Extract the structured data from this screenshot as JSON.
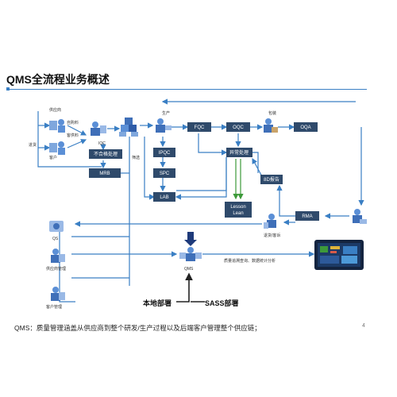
{
  "page": {
    "title": "QMS全流程业务概述",
    "footer": "QMS：质量管理涵盖从供应商到整个研发/生产过程以及后端客户管理整个供应链；",
    "page_number": "4"
  },
  "diagram": {
    "boxes": {
      "fqc": "FQC",
      "oqc": "OQC",
      "oqa": "OQA",
      "ipqc": "IPQC",
      "spc": "SPC",
      "lab": "LAB",
      "unqualified_top": "不合格处理",
      "mrb": "MRB",
      "unqualified_mid": "异常处理",
      "8d_report": "8D报告",
      "lesson_learn_1": "Lesson",
      "lesson_learn_2": "Lean",
      "rma": "RMA"
    },
    "labels": {
      "supplier": "供应商",
      "self_material": "自购料",
      "customer_material": "客供料",
      "customer": "客户",
      "iqc": "IQC",
      "incoming": "进货",
      "production": "生产",
      "packaging": "包装",
      "screening": "筛选",
      "return_repair": "退货/客诉",
      "qs": "QS",
      "supplier_mgmt": "供应商管理",
      "customer_mgmt": "客户管理",
      "qms": "QMS",
      "trace_note": "质量追溯查询、数据统计分析",
      "local_deploy": "本地部署",
      "saas_deploy": "SASS部署"
    },
    "icons": {
      "figure_color": "#5b8fd6",
      "box_color": "#2f4a6b",
      "arrow_color": "#3a7fc4",
      "green_arrow": "#3d9a3a"
    }
  }
}
